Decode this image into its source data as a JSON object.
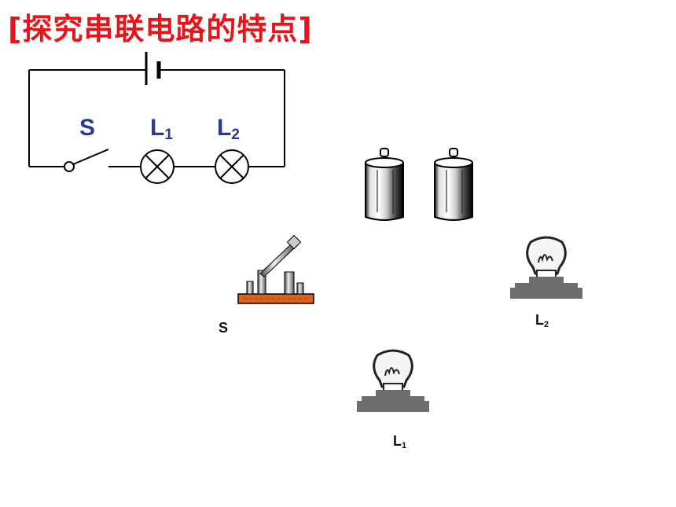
{
  "title": "[探究串联电路的特点]",
  "schematic": {
    "switch_label": "S",
    "lamp1_label": {
      "main": "L",
      "sub": "1"
    },
    "lamp2_label": {
      "main": "L",
      "sub": "2"
    }
  },
  "components": {
    "switch_label": "S",
    "lamp1_label": {
      "main": "L",
      "sub": "1"
    },
    "lamp2_label": {
      "main": "L",
      "sub": "2"
    }
  },
  "colors": {
    "title": "#e8141b",
    "schematic_label": "#2b3a8f",
    "switch_base": "#d9621c",
    "lamp_base": "#6e6e6e"
  }
}
